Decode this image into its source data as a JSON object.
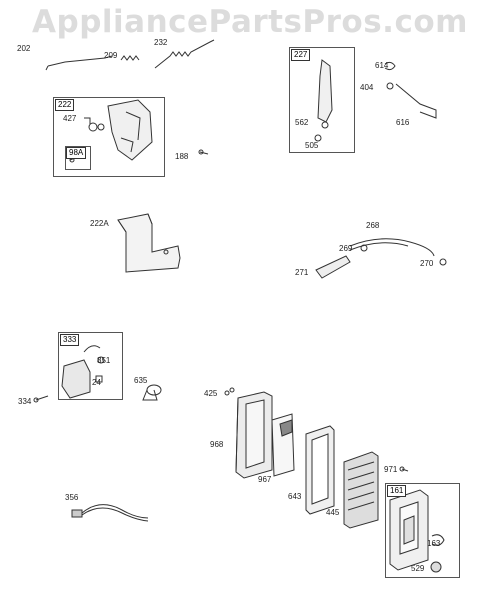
{
  "watermark": "AppliancePartsPros.com",
  "boxes": [
    {
      "id": "222"
    },
    {
      "id": "227"
    },
    {
      "id": "333"
    },
    {
      "id": "161"
    },
    {
      "id": "98A"
    }
  ],
  "parts": {
    "p202": "202",
    "p209": "209",
    "p232": "232",
    "p427": "427",
    "p188": "188",
    "p614": "614",
    "p404": "404",
    "p616": "616",
    "p562": "562",
    "p505": "505",
    "p222A": "222A",
    "p268": "268",
    "p269": "269",
    "p271": "271",
    "p270": "270",
    "p851": "851",
    "p24": "24",
    "p635": "635",
    "p334": "334",
    "p425": "425",
    "p968": "968",
    "p967": "967",
    "p643": "643",
    "p445": "445",
    "p971": "971",
    "p163": "163",
    "p529": "529",
    "p356": "356"
  }
}
